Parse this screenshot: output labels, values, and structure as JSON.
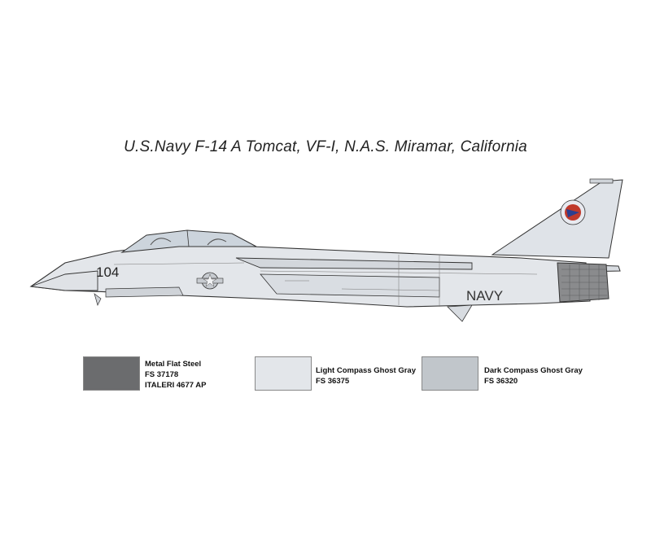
{
  "title": "U.S.Navy F-14 A Tomcat, VF-I, N.A.S. Miramar, California",
  "aircraft": {
    "modex": "104",
    "tail_text": "NAVY"
  },
  "swatches": [
    {
      "name": "Metal Flat Steel",
      "code": "FS 37178",
      "ref": "ITALERI 4677 AP",
      "color": "#6b6c6e"
    },
    {
      "name": "Light Compass Ghost Gray",
      "code": "FS 36375",
      "ref": "",
      "color": "#e3e6ea"
    },
    {
      "name": "Dark Compass Ghost Gray",
      "code": "FS 36320",
      "ref": "",
      "color": "#c1c6cb"
    }
  ]
}
